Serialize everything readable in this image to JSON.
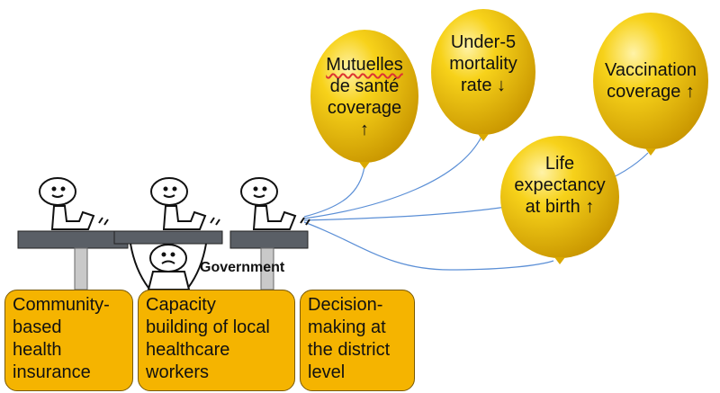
{
  "pillars": [
    {
      "label": "Community-\nbased\nhealth\ninsurance"
    },
    {
      "label": "Capacity\nbuilding of local\nhealthcare\nworkers"
    },
    {
      "label": "Decision-\nmaking at\nthe district\nlevel"
    }
  ],
  "government_label": "Government",
  "balloons": [
    {
      "line1": "Mutuelles",
      "line2": "de santé",
      "line3": "coverage",
      "arrow": "↑"
    },
    {
      "line1": "Under-5",
      "line2": "mortality",
      "line3": "rate",
      "arrow": "↓"
    },
    {
      "line1": "Vaccination",
      "line2": "coverage",
      "arrow": "↑"
    },
    {
      "line1": "Life",
      "line2": "expectancy",
      "line3": "at birth",
      "arrow": "↑"
    }
  ],
  "colors": {
    "box_fill": "#f5b400",
    "balloon_fill": "#f2c200",
    "string": "#5b8fd6",
    "table": "#5a5f66"
  }
}
